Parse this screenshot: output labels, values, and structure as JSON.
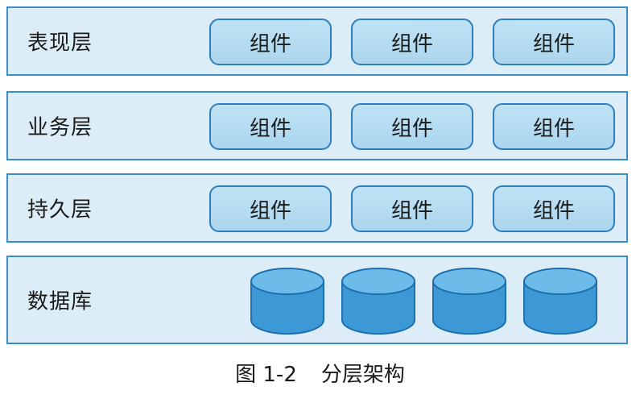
{
  "layers": [
    {
      "label": "表现层",
      "components": [
        "组件",
        "组件",
        "组件"
      ]
    },
    {
      "label": "业务层",
      "components": [
        "组件",
        "组件",
        "组件"
      ]
    },
    {
      "label": "持久层",
      "components": [
        "组件",
        "组件",
        "组件"
      ]
    },
    {
      "label": "数据库",
      "databases": 4
    }
  ],
  "caption": {
    "figure_number": "图 1-2",
    "title": "分层架构"
  },
  "colors": {
    "layer_fill": "#dcedf8",
    "layer_border": "#3a8dc8",
    "component_fill": "#b6dcf1",
    "component_border": "#2e7fc0",
    "database_fill": "#4aa3dc",
    "database_top": "#6dbbe8"
  }
}
